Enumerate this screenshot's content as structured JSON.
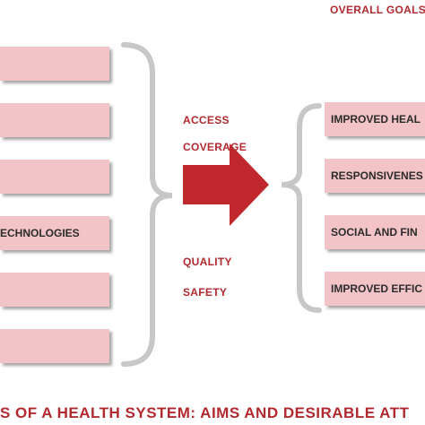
{
  "header": {
    "overall_goals": "OVERALL GOALS A"
  },
  "left_boxes": [
    {
      "label": ""
    },
    {
      "label": ""
    },
    {
      "label": ""
    },
    {
      "label": "ECHNOLOGIES"
    },
    {
      "label": ""
    },
    {
      "label": ""
    }
  ],
  "intermediate": {
    "access": "ACCESS",
    "coverage": "COVERAGE",
    "quality": "QUALITY",
    "safety": "SAFETY"
  },
  "right_boxes": [
    {
      "label": "IMPROVED HEAL"
    },
    {
      "label": "RESPONSIVENES"
    },
    {
      "label": "SOCIAL AND FIN"
    },
    {
      "label": "IMPROVED EFFIC"
    }
  ],
  "footer": {
    "title": "S OF A HEALTH SYSTEM: AIMS AND DESIRABLE ATT"
  },
  "colors": {
    "accent": "#b02a30",
    "box_fill": "#f2c4c8",
    "brace": "#c7c7c7"
  }
}
